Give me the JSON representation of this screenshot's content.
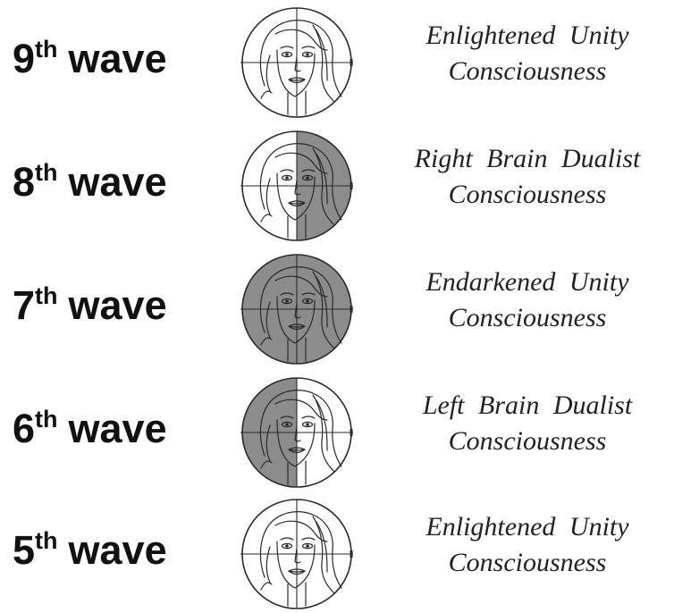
{
  "waves": [
    {
      "number": "9",
      "suffix": "th",
      "word": "wave",
      "line1": "Enlightened Unity",
      "line2": "Consciousness",
      "shading": "none"
    },
    {
      "number": "8",
      "suffix": "th",
      "word": "wave",
      "line1": "Right Brain Dualist",
      "line2": "Consciousness",
      "shading": "right"
    },
    {
      "number": "7",
      "suffix": "th",
      "word": "wave",
      "line1": "Endarkened Unity",
      "line2": "Consciousness",
      "shading": "full"
    },
    {
      "number": "6",
      "suffix": "th",
      "word": "wave",
      "line1": "Left Brain Dualist",
      "line2": "Consciousness",
      "shading": "left"
    },
    {
      "number": "5",
      "suffix": "th",
      "word": "wave",
      "line1": "Enlightened Unity",
      "line2": "Consciousness",
      "shading": "none"
    }
  ],
  "colors": {
    "shade": "#8c8c8c",
    "line": "#2a2a2a",
    "background": "#ffffff"
  }
}
